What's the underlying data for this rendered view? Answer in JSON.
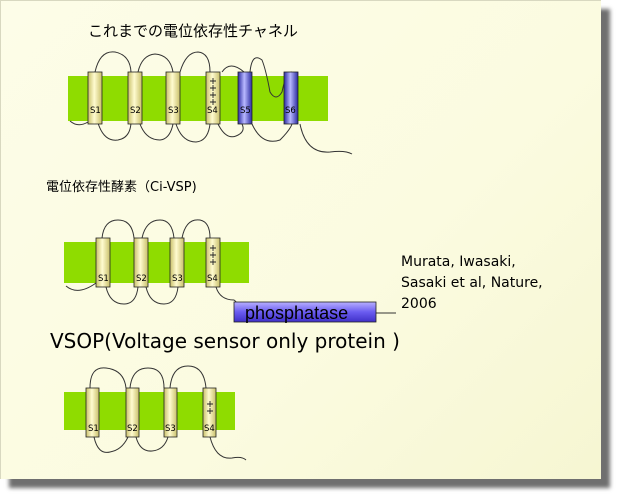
{
  "title_channels": "これまでの電位依存性チャネル",
  "title_enzyme": "電位依存性酵素（Ci-VSP)",
  "title_vsop": "VSOP(Voltage sensor only protein )",
  "reference_lines": [
    "Murata, Iwasaki,",
    "Sasaki et al, Nature,",
    "2006"
  ],
  "phosphatase_label": "phosphatase",
  "channel_segments": [
    "S1",
    "S2",
    "S3",
    "S4",
    "S5",
    "S6"
  ],
  "enzyme_segments": [
    "S1",
    "S2",
    "S3",
    "S4"
  ],
  "vsop_segments": [
    "S1",
    "S2",
    "S3",
    "S4"
  ],
  "colors": {
    "membrane": "#8fdc00",
    "helix_yellow": "#f3ec9a",
    "helix_blue": "#5050d8",
    "phosphatase": "#6a5cf0"
  }
}
